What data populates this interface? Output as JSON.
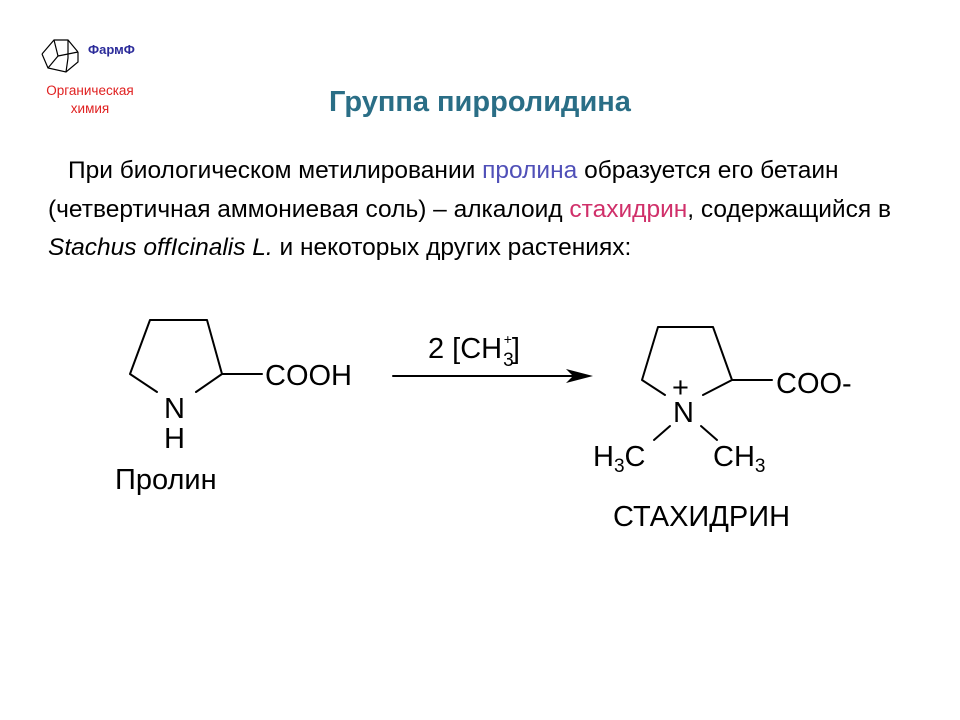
{
  "logo": {
    "brand": "ФармФ",
    "subtitle_line1": "Органическая",
    "subtitle_line2": "химия",
    "icon": "adamantane-icon"
  },
  "title": "Группа пирролидина",
  "paragraph": {
    "text1": "При биологическом метилировании ",
    "highlight1": "пролина",
    "text2": " образуется его бетаин (четвертичная аммониевая соль) – алкалоид ",
    "highlight2": "стахидрин",
    "text3": ", содержащийся в ",
    "species": "Stachus offIcinalis L.",
    "text4": " и некоторых других растениях:",
    "highlight1_color": "#5050b8",
    "highlight2_color": "#d0306a"
  },
  "reaction": {
    "reagent_coeff": "2 [CH",
    "reagent_sub": "3",
    "reagent_sup": "+",
    "reagent_close": "]",
    "proline": {
      "n_atom": "N",
      "h_atom": "H",
      "group": "COOH",
      "name": "Пролин"
    },
    "stachydrine": {
      "n_atom": "N",
      "charge": "+",
      "group": "COO-",
      "left_methyl_h": "H",
      "left_methyl_sub": "3",
      "left_methyl_c": "C",
      "right_methyl": "CH",
      "right_methyl_sub": "3",
      "name": "СТАХИДРИН"
    }
  },
  "colors": {
    "title": "#2a6e86",
    "brand": "#2b2b9a",
    "subtitle": "#e02020"
  }
}
